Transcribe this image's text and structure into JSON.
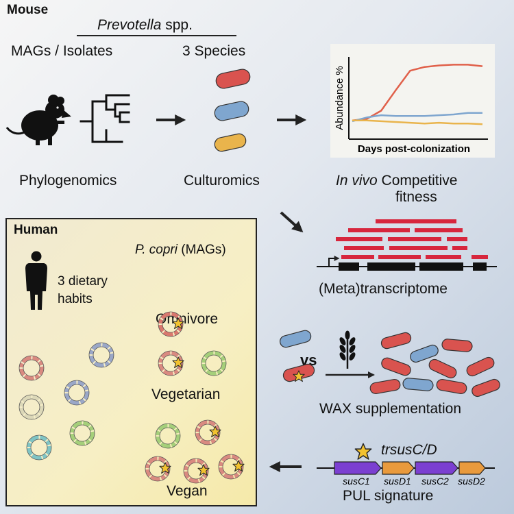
{
  "mouse": {
    "title": "Mouse",
    "genus_header": "Prevotella",
    "genus_suffix": " spp.",
    "mags_label": "MAGs / Isolates",
    "species_label": "3 Species",
    "phylogenomics_label": "Phylogenomics",
    "culturomics_label": "Culturomics",
    "invivo_italic": "In vivo",
    "invivo_rest": " Competitive",
    "fitness_label": "fitness",
    "metatranscriptome_label": "(Meta)transcriptome",
    "vs_label": "vs",
    "wax_label": "WAX supplementation"
  },
  "inset_chart": {
    "ylabel": "Abundance %",
    "xlabel": "Days post-colonization"
  },
  "chart_data": {
    "type": "line",
    "title": "",
    "xlabel": "Days post-colonization",
    "ylabel": "Abundance %",
    "x": [
      0,
      1,
      2,
      3,
      4,
      5,
      6,
      7,
      8,
      9
    ],
    "series": [
      {
        "color": "#e0604a",
        "values": [
          22,
          24,
          35,
          62,
          88,
          93,
          95,
          96,
          96,
          94
        ]
      },
      {
        "color": "#7fa6cf",
        "values": [
          21,
          26,
          29,
          28,
          28,
          28,
          29,
          30,
          32,
          32
        ]
      },
      {
        "color": "#e9b44c",
        "values": [
          22,
          22,
          21,
          20,
          19,
          18,
          19,
          18,
          18,
          17
        ]
      }
    ],
    "ylim": [
      0,
      100
    ],
    "grid": false
  },
  "human": {
    "title": "Human",
    "pcopri_italic": "P. copri",
    "pcopri_rest": " (MAGs)",
    "diet_line1": "3 dietary",
    "diet_line2": "habits",
    "omnivore": "Omnivore",
    "vegetarian": "Vegetarian",
    "vegan": "Vegan"
  },
  "pul": {
    "trsus_label": "trsusC/D",
    "genes": [
      "susC1",
      "susD1",
      "susC2",
      "susD2"
    ],
    "signature_label": "PUL signature"
  },
  "colors": {
    "red_species": "#d9534f",
    "blue_species": "#7fa6cf",
    "yellow_species": "#e9b44c",
    "susC": "#7b3fd1",
    "susD": "#e99a3d",
    "star": "#f2c230",
    "transcript": "#d7263d"
  }
}
